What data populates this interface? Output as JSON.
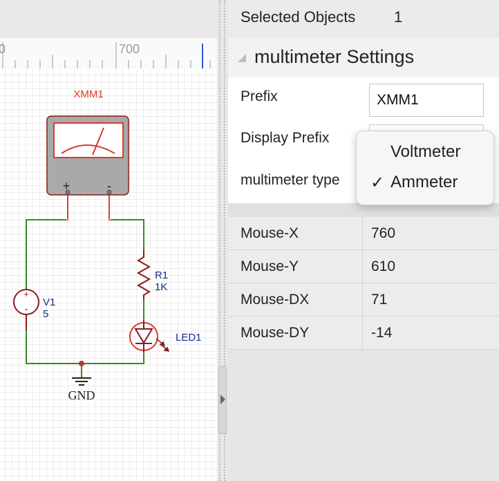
{
  "canvas": {
    "ruler_label": "700",
    "ruler_label_left": "0",
    "components": {
      "meter": {
        "name": "XMM1",
        "plus": "+",
        "minus": "-"
      },
      "resistor": {
        "name": "R1",
        "value": "1K"
      },
      "source": {
        "name": "V1",
        "value": "5",
        "plus": "+",
        "minus": "-"
      },
      "led": {
        "name": "LED1"
      },
      "ground": {
        "name": "GND"
      }
    },
    "colors": {
      "wire": "#3a8a1e",
      "component": "#8b1a1a",
      "label_red": "#e03a2a",
      "label_blue": "#1a2a8a"
    }
  },
  "panel": {
    "selected_label": "Selected Objects",
    "selected_count": "1",
    "settings_title": "multimeter Settings",
    "prefix_label": "Prefix",
    "prefix_value": "XMM1",
    "display_prefix_label": "Display Prefix",
    "display_prefix_value": "",
    "type_label": "multimeter type",
    "rows": [
      {
        "key": "Mouse-X",
        "value": "760"
      },
      {
        "key": "Mouse-Y",
        "value": "610"
      },
      {
        "key": "Mouse-DX",
        "value": "71"
      },
      {
        "key": "Mouse-DY",
        "value": "-14"
      }
    ]
  },
  "dropdown": {
    "options": [
      {
        "label": "Voltmeter",
        "check": ""
      },
      {
        "label": "Ammeter",
        "check": "✓"
      }
    ],
    "selected": "Ammeter"
  }
}
